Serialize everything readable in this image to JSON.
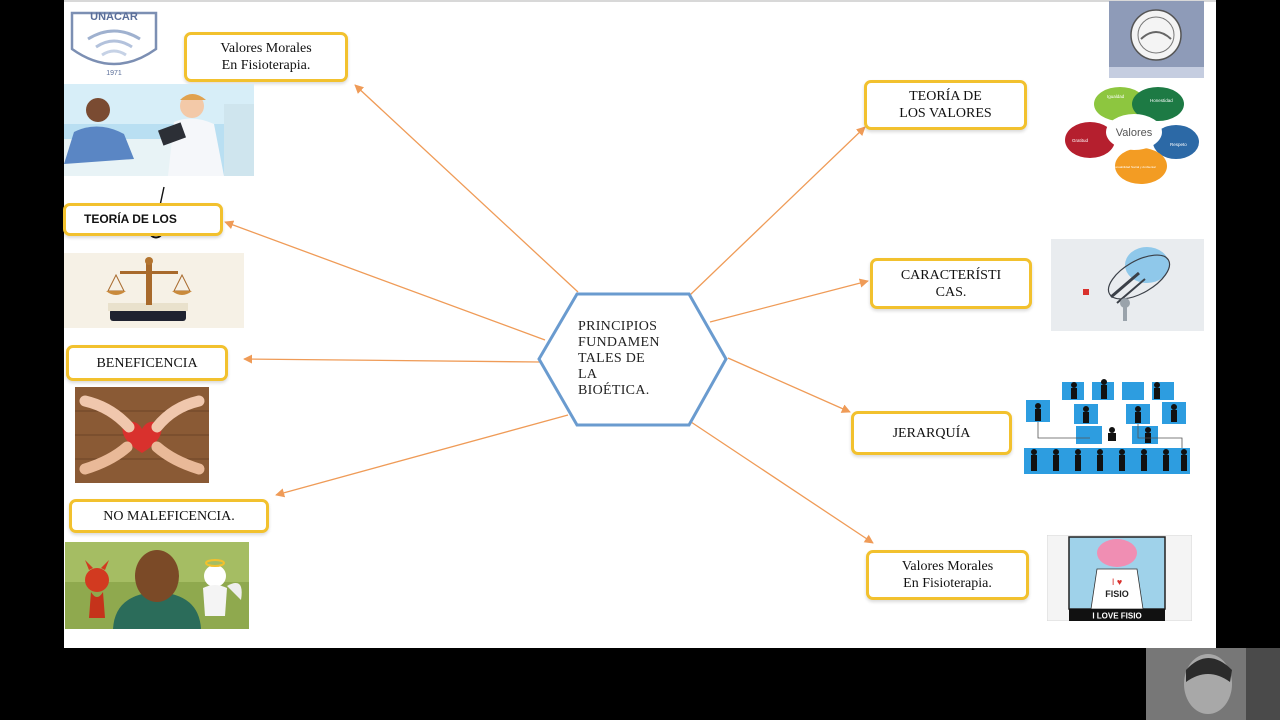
{
  "center": {
    "label": "PRINCIPIOS\nFUNDAMEN\nTALES DE\nLA\nBIOÉTICA."
  },
  "left_nodes": {
    "valores_morales": "Valores Morales\nEn Fisioterapia.",
    "teoria_de_los": "TEORÍA DE LOS",
    "beneficencia": "BENEFICENCIA",
    "no_maleficencia": "NO MALEFICENCIA."
  },
  "right_nodes": {
    "teoria_valores": "TEORÍA DE\nLOS VALORES",
    "caracteristicas": "CARACTERÍSTI\nCAS.",
    "jerarquia": "JERARQUÍA",
    "valores_morales": "Valores Morales\nEn Fisioterapia."
  },
  "logo": {
    "text": "UNACAR",
    "year": "1971"
  },
  "values_diagram": {
    "center": "Valores",
    "petals": [
      "Igualdad",
      "Honestidad",
      "Respeto",
      "Responsabilidad Social y Ambiental",
      "Gratitud"
    ]
  },
  "shirt": {
    "line1": "I ♥",
    "line2": "FISIO",
    "caption": "I LOVE FISIO"
  },
  "colors": {
    "accent": "#f2c12e",
    "hexagon": "#6a9bcf",
    "connector": "#ef9b57"
  }
}
